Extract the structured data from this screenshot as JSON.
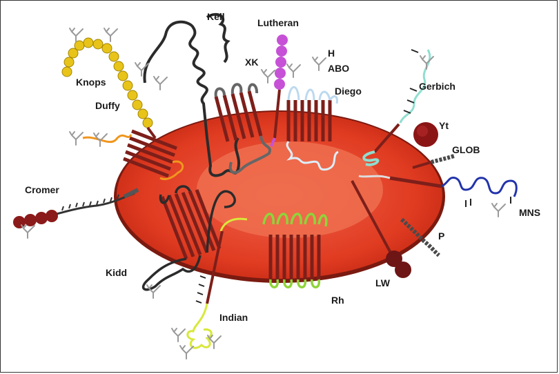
{
  "diagram": {
    "labels": {
      "kell": "Kell",
      "lutheran": "Lutheran",
      "h": "H",
      "abo": "ABO",
      "xk": "XK",
      "diego": "Diego",
      "knops": "Knops",
      "duffy": "Duffy",
      "gerbich": "Gerbich",
      "yt": "Yt",
      "glob": "GLOB",
      "cromer": "Cromer",
      "mns": "MNS",
      "p": "P",
      "kidd": "Kidd",
      "lw": "LW",
      "indian": "Indian",
      "rh": "Rh"
    },
    "colors": {
      "cell_outer": "#d7311c",
      "cell_inner": "#ea5a3c",
      "cell_rim": "#7a1a10",
      "membrane_protein": "#7d1f1a",
      "kell_chain": "#2b2b2b",
      "xk_chain": "#555555",
      "lutheran": "#c651d6",
      "abo_diego": "#bcd9ef",
      "knops_duffy": "#e8c41a",
      "knops_duffy_edge": "#a28400",
      "cromer_bead": "#8b1a1a",
      "gerbich": "#8fded0",
      "yt": "#8b1515",
      "glob_p": "#4a4a4a",
      "mns": "#2233aa",
      "lw": "#6e1515",
      "indian": "#d8e83a",
      "rh": "#8fd43a",
      "glycan": "#9a9a9a",
      "orange_loop": "#f0961e"
    }
  }
}
